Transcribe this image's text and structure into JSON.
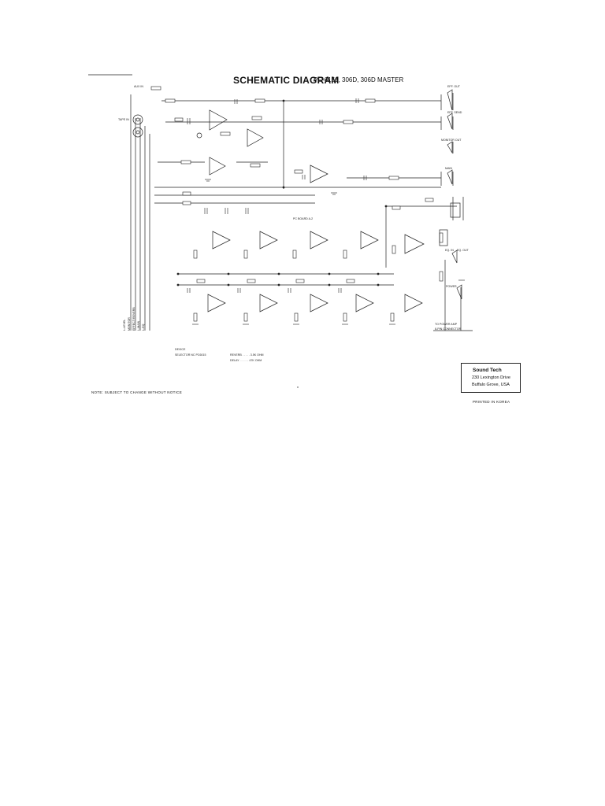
{
  "diagram": {
    "title": "SCHEMATIC DIAGRAM",
    "subtitle": "PC-6150, 306D, 306D MASTER",
    "note": "NOTE: SUBJECT TO CHANGE WITHOUT NOTICE",
    "revision": "PRINTED IN KOREA"
  },
  "company": {
    "name": "Sound Tech",
    "address_line1": "230 Lexington Drive",
    "address_line2": "Buffalo Grove, USA"
  },
  "labels": {
    "aux_in": "AUX IN",
    "tape_in": "TAPE IN",
    "eff_out": "EFF. OUT",
    "eff_send": "EFF. SEND",
    "monitor_out": "MONITOR OUT",
    "main_out": "MAIN",
    "eq_in": "EQ. IN",
    "eq_out": "EQ. OUT",
    "power": "POWER",
    "connector": "8-PIN CONNECTOR",
    "power_amp": "TO POWER AMP",
    "pc_board": "PC BOARD A-2",
    "buses": [
      "L-LEVEL",
      "MONITOR",
      "EFFECT/REVERB",
      "L-MAIN",
      "L-EQ"
    ],
    "device_header": "DEVICE",
    "device_line1": "SELECTOR  NC PC6015",
    "device_line2a": "REVERB . . . . . 3.5K OHM",
    "device_line2b": "DELAY . . . . . . 47K OHM"
  }
}
